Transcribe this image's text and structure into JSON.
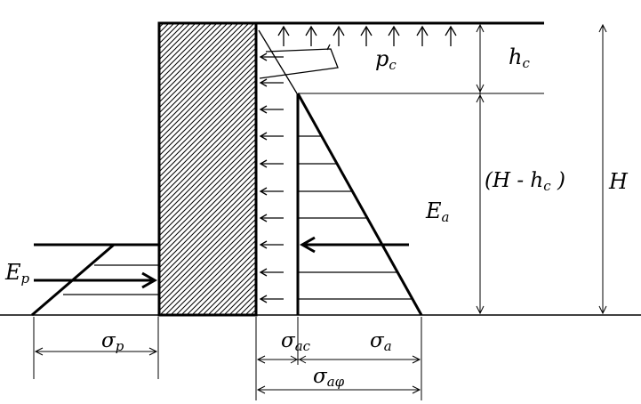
{
  "labels": {
    "pc_main": "p",
    "pc_sub": "c",
    "hc_main": "h",
    "hc_sub": "c",
    "hhc_open": "(H - h",
    "hhc_sub": "c",
    "hhc_close": " )",
    "H": "H",
    "Ea_main": "E",
    "Ea_sub": "a",
    "Ep_main": "E",
    "Ep_sub": "p",
    "sp_main": "σ",
    "sp_sub": "p",
    "sac_main": "σ",
    "sac_sub": "ac",
    "sa_main": "σ",
    "sa_sub": "a",
    "saphi_main": "σ",
    "saphi_sub": "aφ"
  }
}
